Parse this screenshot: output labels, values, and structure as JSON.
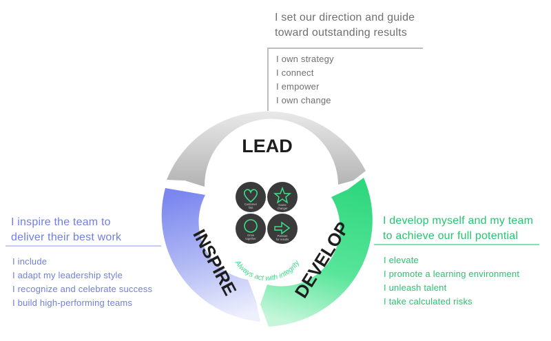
{
  "lead": {
    "label": "LEAD",
    "heading_lines": [
      "I set our direction and guide",
      "toward outstanding results"
    ],
    "items": [
      "I own strategy",
      "I connect",
      "I empower",
      "I own change"
    ],
    "color": "#6f6f6f"
  },
  "inspire": {
    "label": "INSPIRE",
    "heading_lines": [
      "I inspire the team to",
      "deliver their best work"
    ],
    "items": [
      "I include",
      "I adapt my leadership style",
      "I recognize and celebrate success",
      "I build high-performing teams"
    ],
    "color": "#6f7ee2"
  },
  "develop": {
    "label": "DEVELOP",
    "heading_lines": [
      "I develop myself and my team",
      "to achieve our full potential"
    ],
    "items": [
      "I elevate",
      "I promote a learning environment",
      "I unleash talent",
      "I take calculated risks"
    ],
    "color": "#27c46f"
  },
  "center": {
    "arc_text": "Always act with integrity",
    "values": [
      {
        "icon": "heart-icon",
        "line1": "Customer",
        "line2": "first"
      },
      {
        "icon": "star-icon",
        "line1": "Game",
        "line2": "changer"
      },
      {
        "icon": "circle-icon",
        "line1": "Grow",
        "line2": "together"
      },
      {
        "icon": "arrow-right-icon",
        "line1": "Passion",
        "line2": "for results"
      }
    ],
    "accent": "#3ce08a"
  }
}
